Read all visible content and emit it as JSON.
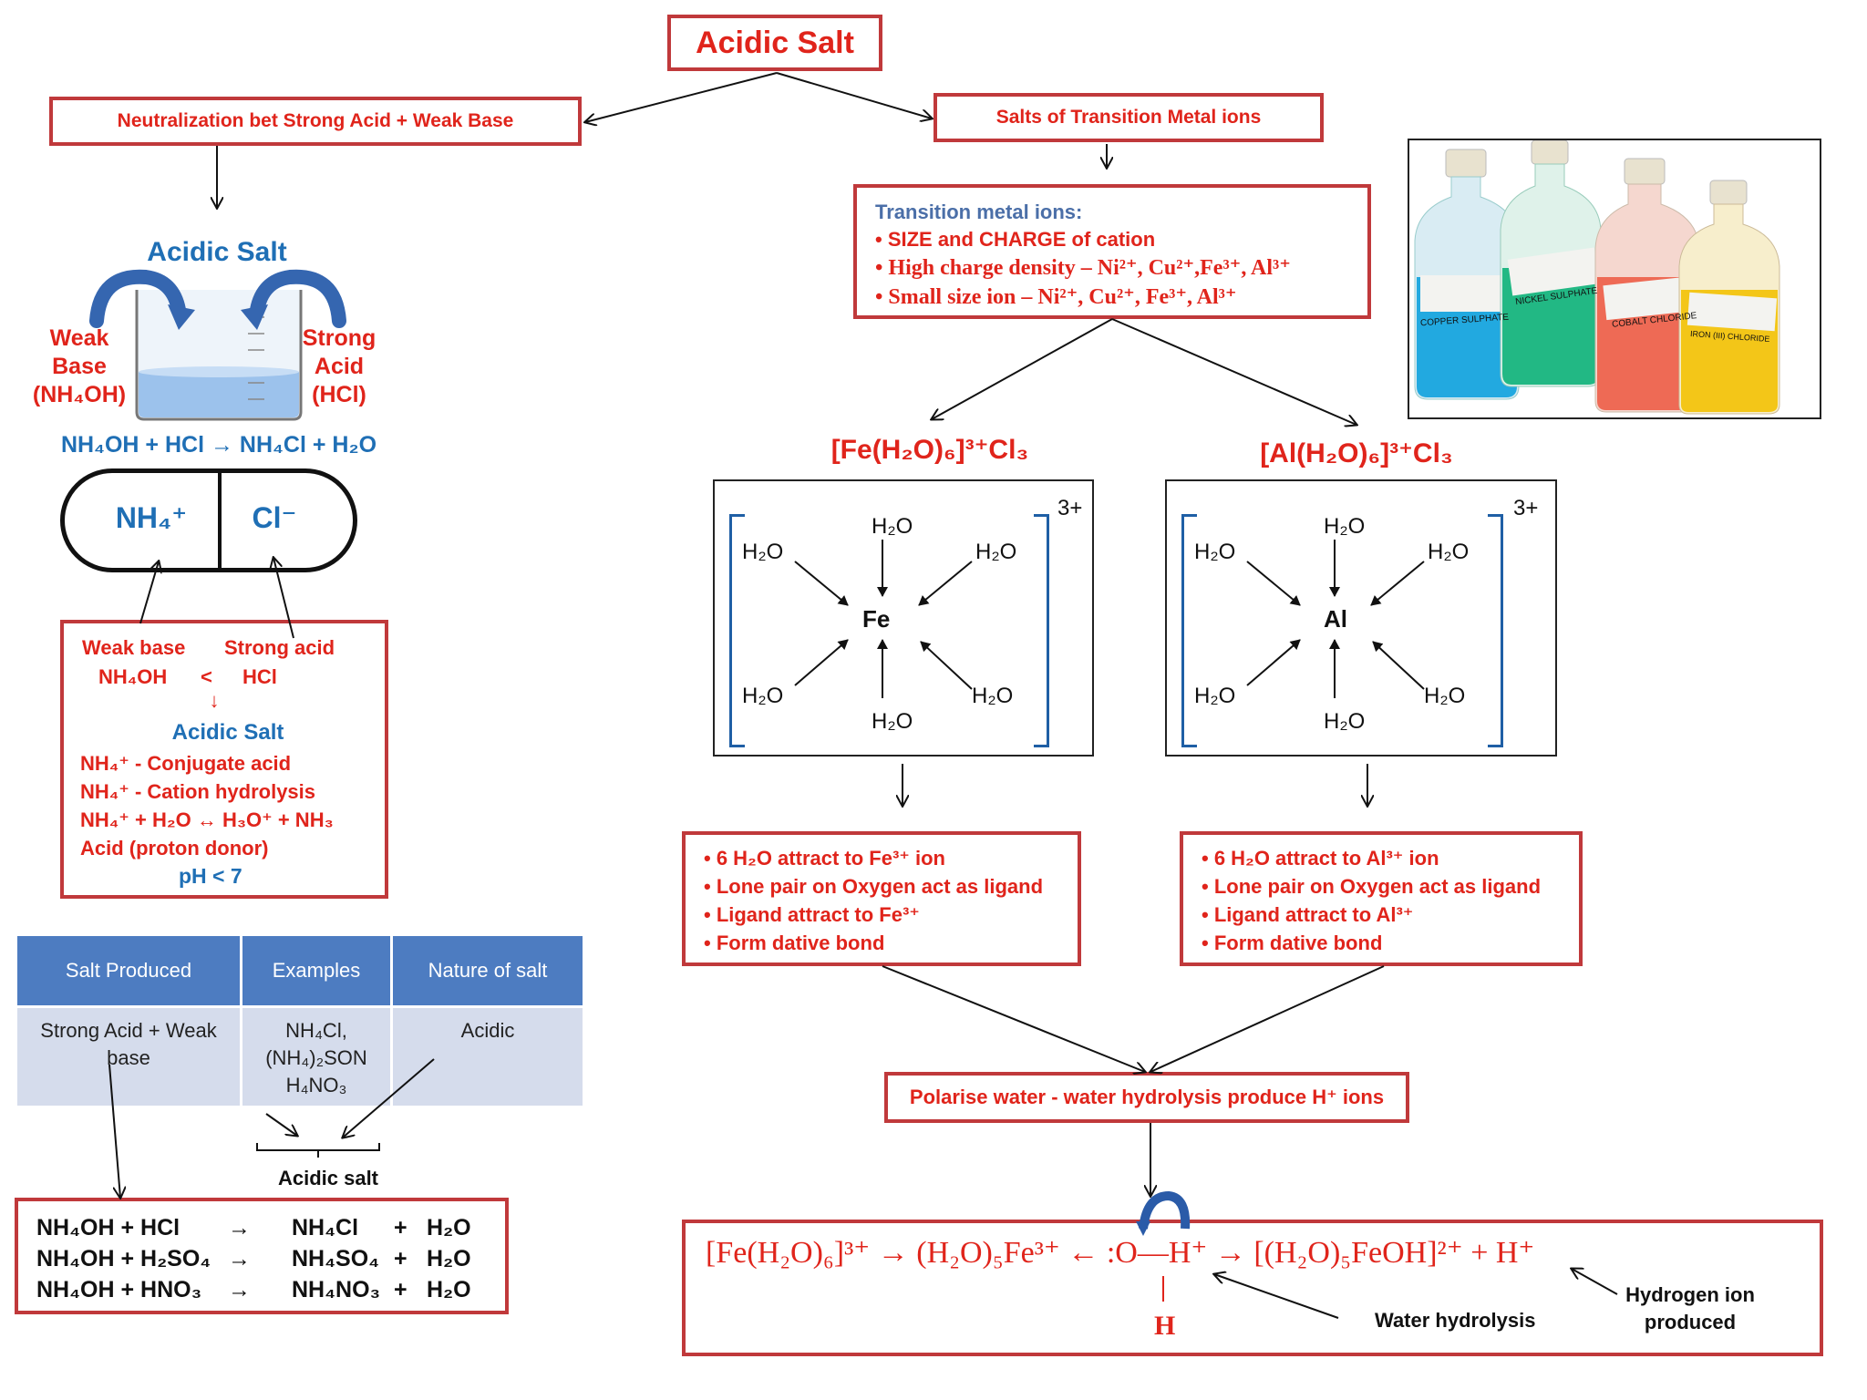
{
  "title": "Acidic Salt",
  "branches": {
    "left": "Neutralization bet Strong Acid + Weak Base",
    "right": "Salts of Transition Metal ions"
  },
  "beaker": {
    "title": "Acidic Salt",
    "weak_base": [
      "Weak",
      "Base",
      "(NH₄OH)"
    ],
    "strong_acid": [
      "Strong",
      "Acid",
      "(HCl)"
    ],
    "equation": "NH₄OH + HCl → NH₄Cl + H₂O"
  },
  "ion_pair": {
    "cation": "NH₄⁺",
    "anion": "Cl⁻"
  },
  "explain_box": {
    "weak_base_label": "Weak base",
    "strong_acid_label": "Strong acid",
    "weak_formula": "NH₄OH",
    "lt": "<",
    "strong_formula": "HCl",
    "arrow": "↓",
    "result": "Acidic Salt",
    "lines": [
      "NH₄⁺  - Conjugate acid",
      "NH₄⁺  - Cation hydrolysis",
      "NH₄⁺ + H₂O ↔ H₃O⁺ + NH₃",
      "Acid (proton donor)"
    ],
    "ph": "pH < 7"
  },
  "table": {
    "headers": [
      "Salt Produced",
      "Examples",
      "Nature of salt"
    ],
    "row": [
      "Strong Acid + Weak base",
      "NH₄Cl, (NH₄)₂SON H₄NO₃",
      "Acidic"
    ],
    "brace_label": "Acidic salt"
  },
  "equations": [
    [
      "NH₄OH + HCl",
      "→",
      "NH₄Cl",
      "+",
      "H₂O"
    ],
    [
      "NH₄OH + H₂SO₄",
      "→",
      "NH₄SO₄",
      "+",
      "H₂O"
    ],
    [
      "NH₄OH + HNO₃",
      "→",
      "NH₄NO₃",
      "+",
      "H₂O"
    ]
  ],
  "transition_box": {
    "heading": "Transition metal ions:",
    "lines": [
      "• SIZE and CHARGE of cation",
      "• High charge density – Ni²⁺, Cu²⁺,Fe³⁺, Al³⁺",
      "• Small size ion – Ni²⁺, Cu²⁺, Fe³⁺, Al³⁺"
    ]
  },
  "photo_labels": [
    "COPPER SULPHATE",
    "NICKEL SULPHATE",
    "COBALT CHLORIDE",
    "IRON (III) CHLORIDE"
  ],
  "complexes": [
    {
      "formula": "[Fe(H₂O)₆]³⁺Cl₃",
      "metal": "Fe",
      "charge": "3+",
      "ligand": "H₂O",
      "bullets": [
        "• 6 H₂O attract to Fe³⁺ ion",
        "• Lone pair on Oxygen act as  ligand",
        "• Ligand attract to Fe³⁺",
        "• Form dative bond"
      ]
    },
    {
      "formula": "[Al(H₂O)₆]³⁺Cl₃",
      "metal": "Al",
      "charge": "3+",
      "ligand": "H₂O",
      "bullets": [
        "• 6 H₂O attract to Al³⁺ ion",
        "• Lone pair on Oxygen act as  ligand",
        "• Ligand attract to Al³⁺",
        "• Form dative bond"
      ]
    }
  ],
  "polarise": "Polarise water - water hydrolysis produce H⁺ ions",
  "hydrolysis": {
    "equation": "[Fe(H₂O)₆]³⁺   → (H₂O)₅Fe³⁺ ← :O—H⁺ → [(H₂O)₅FeOH]²⁺ + H⁺",
    "h_below": "H",
    "water_label": "Water hydrolysis",
    "hydrogen_label": [
      "Hydrogen ion",
      "produced"
    ]
  }
}
